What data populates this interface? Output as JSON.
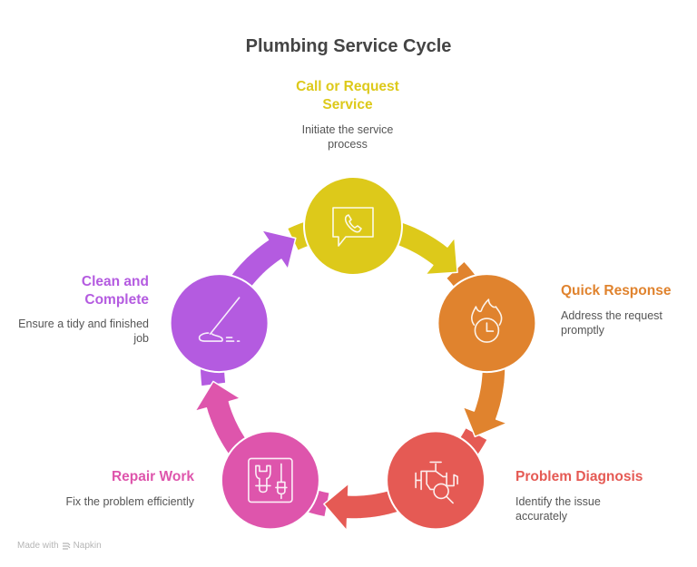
{
  "title": "Plumbing Service Cycle",
  "steps": [
    {
      "title_line1": "Call or Request",
      "title_line2": "Service",
      "desc_line1": "Initiate the service",
      "desc_line2": "process",
      "color": "#DDC91A",
      "icon": "phone-chat-icon"
    },
    {
      "title_line1": "Quick Response",
      "title_line2": "",
      "desc_line1": "Address the request",
      "desc_line2": "promptly",
      "color": "#E0832E",
      "icon": "fire-clock-icon"
    },
    {
      "title_line1": "Problem Diagnosis",
      "title_line2": "",
      "desc_line1": "Identify the issue",
      "desc_line2": "accurately",
      "color": "#E55A54",
      "icon": "engine-search-icon"
    },
    {
      "title_line1": "Repair Work",
      "title_line2": "",
      "desc_line1": "Fix the problem efficiently",
      "desc_line2": "",
      "color": "#DE55AC",
      "icon": "tools-icon"
    },
    {
      "title_line1": "Clean and",
      "title_line2": "Complete",
      "desc_line1": "Ensure a tidy and finished",
      "desc_line2": "job",
      "color": "#B45BE0",
      "icon": "mop-icon"
    }
  ],
  "footer": {
    "prefix": "Made with",
    "brand": "Napkin"
  }
}
